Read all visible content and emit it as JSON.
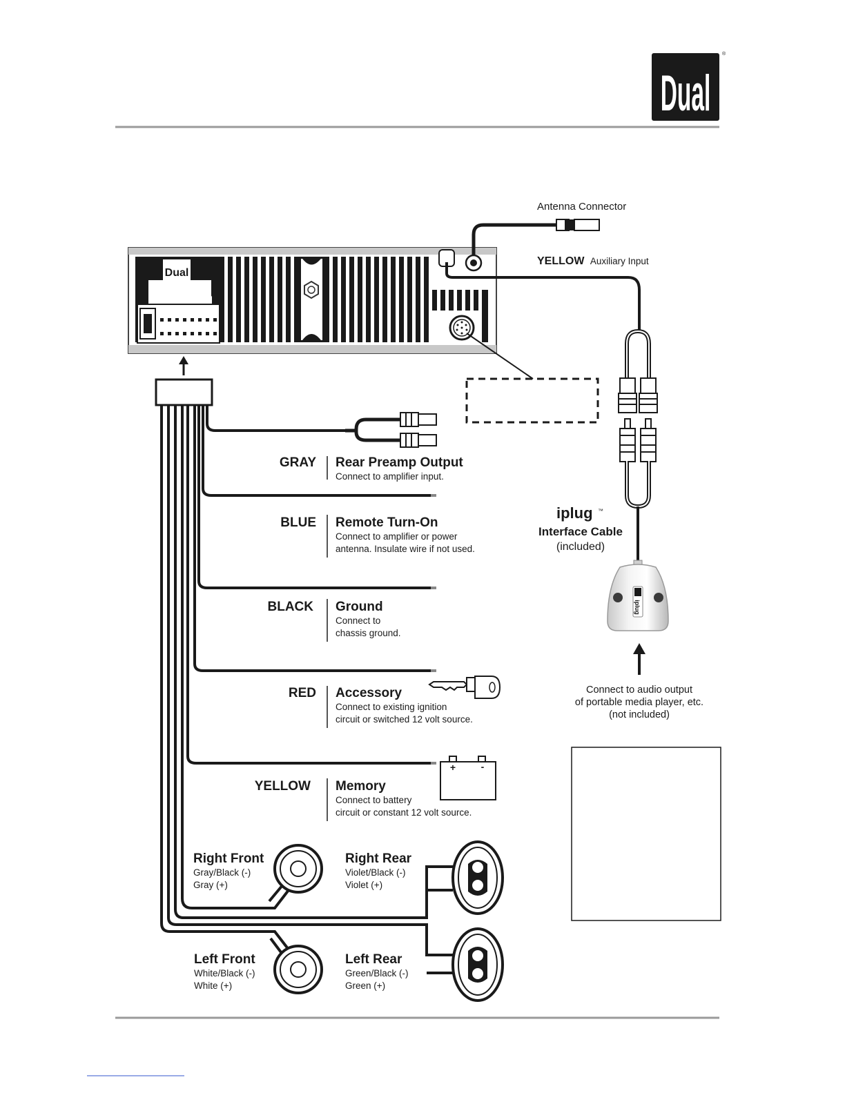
{
  "brand": {
    "logo_text": "Dual",
    "registered_mark": "®"
  },
  "antenna": {
    "label": "Antenna Connector"
  },
  "aux": {
    "color": "YELLOW",
    "label": "Auxiliary Input"
  },
  "wires": [
    {
      "color": "GRAY",
      "title": "Rear Preamp Output",
      "lines": [
        "Connect to amplifier input."
      ]
    },
    {
      "color": "BLUE",
      "title": "Remote Turn-On",
      "lines": [
        "Connect to amplifier or power",
        "antenna. Insulate wire if not used."
      ]
    },
    {
      "color": "BLACK",
      "title": "Ground",
      "lines": [
        "Connect to",
        "chassis ground."
      ]
    },
    {
      "color": "RED",
      "title": "Accessory",
      "lines": [
        "Connect to existing ignition",
        "circuit or switched 12 volt source."
      ]
    },
    {
      "color": "YELLOW",
      "title": "Memory",
      "lines": [
        "Connect to battery",
        "circuit or constant 12 volt source."
      ]
    }
  ],
  "speakers": [
    {
      "title": "Right Front",
      "neg": "Gray/Black (-)",
      "pos": "Gray (+)"
    },
    {
      "title": "Right Rear",
      "neg": "Violet/Black (-)",
      "pos": "Violet (+)"
    },
    {
      "title": "Left Front",
      "neg": "White/Black (-)",
      "pos": "White (+)"
    },
    {
      "title": "Left Rear",
      "neg": "Green/Black (-)",
      "pos": "Green (+)"
    }
  ],
  "iplug": {
    "logo": "iplug",
    "tm": "™",
    "cable_label": "Interface Cable",
    "included": "(included)",
    "connect_lines": [
      "Connect to audio output",
      "of portable media player, etc.",
      "(not included)"
    ]
  },
  "battery": {
    "plus": "+",
    "minus": "-"
  }
}
